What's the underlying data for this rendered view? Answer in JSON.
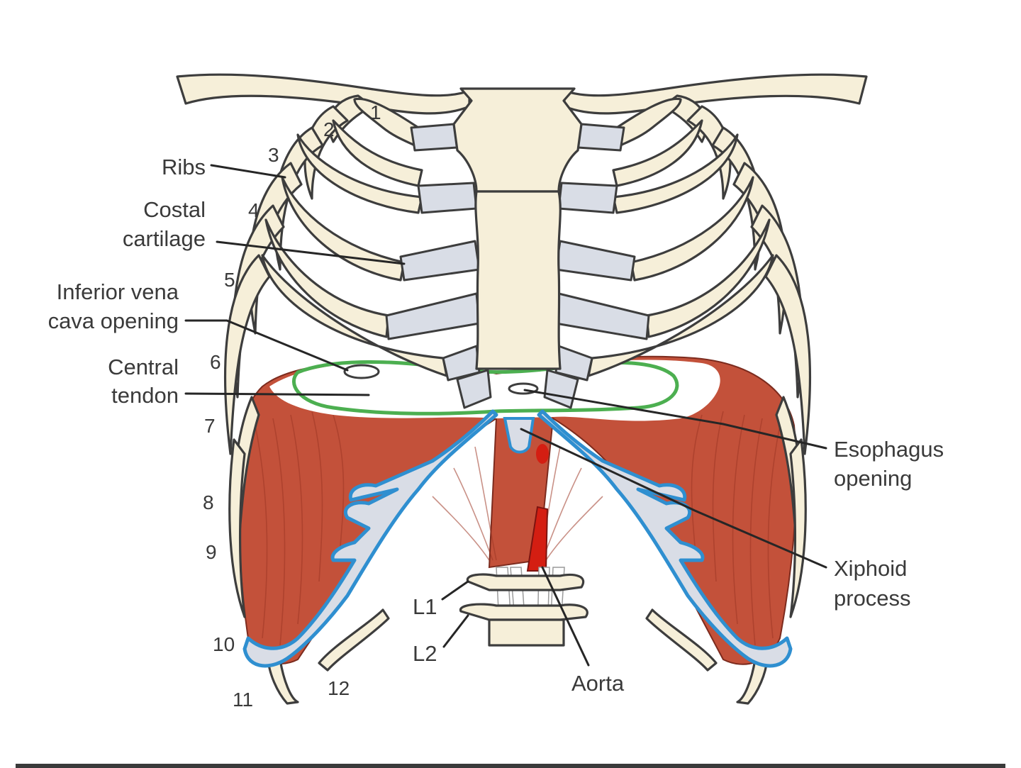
{
  "labels": {
    "ribs": "Ribs",
    "costal_cartilage_1": "Costal",
    "costal_cartilage_2": "cartilage",
    "ivc_1": "Inferior vena",
    "ivc_2": "cava opening",
    "central_tendon_1": "Central",
    "central_tendon_2": "tendon",
    "esophagus_1": "Esophagus",
    "esophagus_2": "opening",
    "xiphoid_1": "Xiphoid",
    "xiphoid_2": "process",
    "aorta": "Aorta",
    "l1": "L1",
    "l2": "L2"
  },
  "rib_numbers": [
    "1",
    "2",
    "3",
    "4",
    "5",
    "6",
    "7",
    "8",
    "9",
    "10",
    "11",
    "12"
  ],
  "colors": {
    "bone": "#f6efd9",
    "cartilage": "#d9dde6",
    "muscle": "#c3513a",
    "central_tendon_outline": "#4caf50",
    "costal_arch_outline": "#2f8fd0",
    "aorta": "#d41e12"
  }
}
